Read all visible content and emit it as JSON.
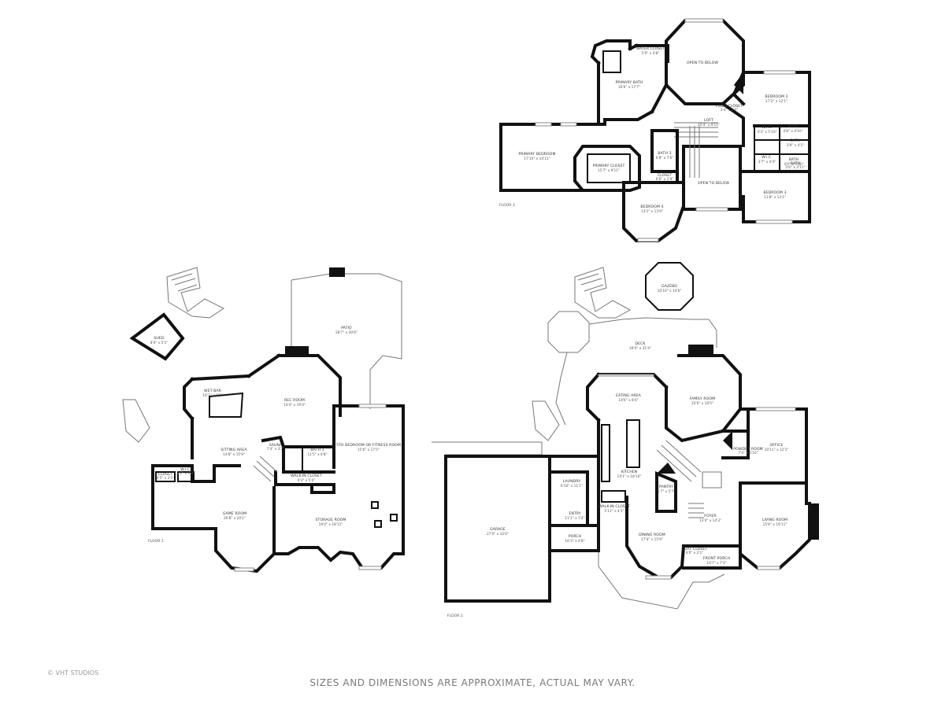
{
  "footer": {
    "note": "SIZES AND DIMENSIONS ARE APPROXIMATE, ACTUAL MAY VARY.",
    "copyright": "© VHT STUDIOS"
  },
  "floors": [
    {
      "label": "FLOOR 1"
    },
    {
      "label": "FLOOR 2"
    },
    {
      "label": "FLOOR 3"
    }
  ],
  "rooms": [
    {
      "name": "SHED",
      "dim": "8'4\" x 5'1\""
    },
    {
      "name": "PATIO",
      "dim": "28'7\" x 30'6\""
    },
    {
      "name": "WET BAR",
      "dim": "16'1\" x 9'8\""
    },
    {
      "name": "REC ROOM",
      "dim": "14'4\" x 19'4\""
    },
    {
      "name": "SITTING AREA",
      "dim": "14'8\" x 15'9\""
    },
    {
      "name": "SAUNA",
      "dim": "7'4\" x 3'7\""
    },
    {
      "name": "BATH 1",
      "dim": "11'5\" x 6'8\""
    },
    {
      "name": "5TH BEDROOM OR FITNESS ROOM",
      "dim": "15'6\" x 17'5\""
    },
    {
      "name": "CLOSET",
      "dim": "4'5\" x 3'1\""
    },
    {
      "name": "W.I.C.",
      "dim": "3'2\" x 4'2\""
    },
    {
      "name": "WALK-IN CLOSET",
      "dim": "9'3\" x 5'4\""
    },
    {
      "name": "GAME ROOM",
      "dim": "20'8\" x 20'1\""
    },
    {
      "name": "STORAGE ROOM",
      "dim": "19'4\" x 18'11\""
    },
    {
      "name": "GAZEBO",
      "dim": "10'10\" x 10'6\""
    },
    {
      "name": "DECK",
      "dim": "39'4\" x 31'4\""
    },
    {
      "name": "EATING AREA",
      "dim": "14'6\" x 8'4\""
    },
    {
      "name": "FAMILY ROOM",
      "dim": "20'0\" x 19'5\""
    },
    {
      "name": "POWDER ROOM",
      "dim": "7'4\" x 6'10\""
    },
    {
      "name": "OFFICE",
      "dim": "10'11\" x 12'1\""
    },
    {
      "name": "LAUNDRY",
      "dim": "6'10\" x 11'1\""
    },
    {
      "name": "KITCHEN",
      "dim": "14'1\" x 18'10\""
    },
    {
      "name": "PANTRY",
      "dim": "5'7\" x 5'7\""
    },
    {
      "name": "WALK-IN CLOSET",
      "dim": "5'11\" x 4'1\""
    },
    {
      "name": "ENTRY",
      "dim": "11'1\" x 7'4\""
    },
    {
      "name": "GARAGE",
      "dim": "27'0\" x 32'6\""
    },
    {
      "name": "PORCH",
      "dim": "16'3\" x 4'8\""
    },
    {
      "name": "DINING ROOM",
      "dim": "17'4\" x 15'9\""
    },
    {
      "name": "FOYER",
      "dim": "13'4\" x 14'3\""
    },
    {
      "name": "LIVING ROOM",
      "dim": "15'6\" x 19'11\""
    },
    {
      "name": "FRONT PORCH",
      "dim": "10'7\" x 7'3\""
    },
    {
      "name": "COAT CLOSET",
      "dim": "4'0\" x 2'1\""
    },
    {
      "name": "WATER CLOSET",
      "dim": "5'0\" x 4'8\""
    },
    {
      "name": "OPEN TO BELOW",
      "dim": ""
    },
    {
      "name": "PRIMARY BATH",
      "dim": "16'6\" x 17'7\""
    },
    {
      "name": "BEDROOM 2",
      "dim": "17'2\" x 12'1\""
    },
    {
      "name": "LINEN CLOSET",
      "dim": "3'4\" x 2'0\""
    },
    {
      "name": "LOFT",
      "dim": "20'4\" x 9'11\""
    },
    {
      "name": "PRIMARY BEDROOM",
      "dim": "17'10\" x 14'11\""
    },
    {
      "name": "PRIMARY CLOSET",
      "dim": "15'7\" x 9'11\""
    },
    {
      "name": "BATH 3",
      "dim": "6'8\" x 7'6\""
    },
    {
      "name": "CLOSET",
      "dim": "6'6\" x 2'8\""
    },
    {
      "name": "OPEN TO BELOW",
      "dim": ""
    },
    {
      "name": "BEDROOM 4",
      "dim": "13'1\" x 13'9\""
    },
    {
      "name": "BEDROOM 3",
      "dim": "11'8\" x 13'1\""
    },
    {
      "name": "BATH",
      "dim": "4'8\" x 4'10\""
    },
    {
      "name": "BATH",
      "dim": "3'9\" x 4'1\""
    },
    {
      "name": "BATH",
      "dim": "4'9\" x 5'10\""
    },
    {
      "name": "W.I.C.",
      "dim": "4'3\" x 5'10\""
    },
    {
      "name": "W.I.C.",
      "dim": "3'7\" x 4'4\""
    },
    {
      "name": "BATH",
      "dim": "5'6\" x 3'11\""
    }
  ]
}
